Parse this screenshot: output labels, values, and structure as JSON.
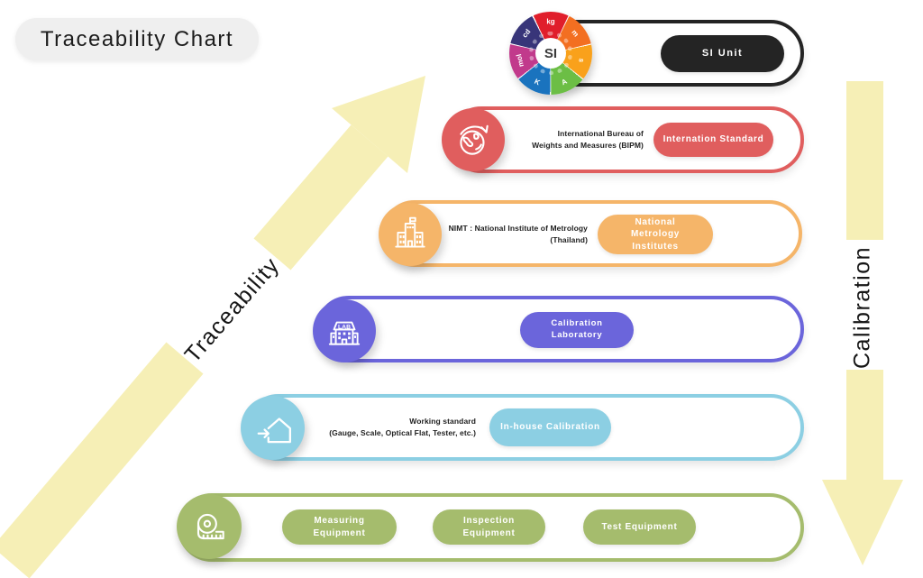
{
  "title": "Traceability Chart",
  "arrows": {
    "left_label": "Traceability",
    "right_label": "Calibration",
    "color": "#F6EFB6"
  },
  "si_wheel": {
    "center_label": "SI",
    "segments": [
      {
        "unit": "kg",
        "color": "#E01E2B"
      },
      {
        "unit": "m",
        "color": "#F36F21"
      },
      {
        "unit": "s",
        "color": "#F9A11B"
      },
      {
        "unit": "A",
        "color": "#6CBE45"
      },
      {
        "unit": "K",
        "color": "#1A73BE"
      },
      {
        "unit": "mol",
        "color": "#C13A8C"
      },
      {
        "unit": "cd",
        "color": "#383579"
      }
    ]
  },
  "rows": [
    {
      "name": "si-unit",
      "accent": "#242424",
      "icon": "si-wheel",
      "desc_lines": [],
      "pills": [
        "SI Unit"
      ]
    },
    {
      "name": "international-standard",
      "accent": "#E05E5E",
      "icon": "globe-icon",
      "desc_lines": [
        "International Bureau of",
        "Weights and Measures (BIPM)"
      ],
      "pills": [
        "Internation Standard"
      ]
    },
    {
      "name": "national-metrology-institutes",
      "accent": "#F5B569",
      "icon": "institute-building-icon",
      "desc_lines": [
        "NIMT : National Institute of Metrology",
        "(Thailand)"
      ],
      "pills": [
        "National Metrology Institutes"
      ]
    },
    {
      "name": "calibration-laboratory",
      "accent": "#6B65DB",
      "icon": "lab-building-icon",
      "desc_lines": [],
      "pills": [
        "Calibration Laboratory"
      ]
    },
    {
      "name": "working-standard",
      "accent": "#8CCFE3",
      "icon": "house-arrow-icon",
      "desc_lines": [
        "Working standard",
        "(Gauge, Scale, Optical Flat, Tester, etc.)"
      ],
      "pills": [
        "In-house Calibration"
      ]
    },
    {
      "name": "equipment",
      "accent": "#A5BC6D",
      "icon": "tape-measure-icon",
      "desc_lines": [],
      "pills": [
        "Measuring Equipment",
        "Inspection Equipment",
        "Test Equipment"
      ]
    }
  ]
}
